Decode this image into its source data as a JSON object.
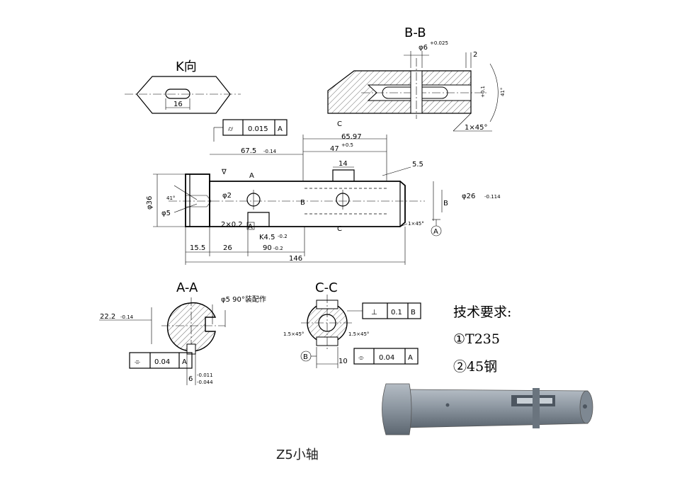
{
  "views": {
    "k": "K向",
    "bb": "B-B",
    "aa": "A-A",
    "cc": "C-C"
  },
  "dims": {
    "k_slot": "16",
    "bb_bore": "φ6",
    "bb_bore_tol": "+0.025",
    "bb_width": "2",
    "bb_chamfer": "1×45°",
    "bb_angle": "41°",
    "main_overall": "146",
    "main_l1": "67.5",
    "main_l1_tol": "-0.14",
    "main_l2": "65.97",
    "main_l3": "47",
    "main_l3_tol": "+0.5",
    "main_slot": "14",
    "main_step": "5.5",
    "main_head_len": "15.5",
    "main_26": "26",
    "main_90": "90",
    "main_90_tol": "-0.2",
    "main_k45": "K4.5",
    "main_k45_tol": "-0.2",
    "main_dia36": "φ36",
    "main_dia26": "φ26",
    "main_dia26_tol": "-0.114",
    "main_hole2": "φ2",
    "main_hole5": "φ5",
    "main_angle": "41°",
    "main_chamfer_l": "2×0.2",
    "main_chamfer_r": "1×45°",
    "aa_22": "22.2",
    "aa_22_tol": "-0.14",
    "aa_hole": "φ5 90°装配作",
    "aa_6": "6",
    "aa_6_tol_u": "-0.011",
    "aa_6_tol_l": "-0.044",
    "cc_ch1": "1.5×45°",
    "cc_ch2": "1.5×45°",
    "cc_10": "10"
  },
  "tolerances": {
    "main_frame": {
      "symbol": "⌭",
      "value": "0.015",
      "datum": "A"
    },
    "aa_frame": {
      "symbol": "⌯",
      "value": "0.04",
      "datum": "A"
    },
    "cc_perp": {
      "symbol": "⊥",
      "value": "0.1",
      "datum": "B"
    },
    "cc_sym": {
      "symbol": "⌯",
      "value": "0.04",
      "datum": "A"
    }
  },
  "labels": {
    "section_a": "A",
    "section_b": "B",
    "section_c": "C",
    "section_k": "K",
    "datum_a": "A",
    "datum_b": "B"
  },
  "requirements": {
    "heading": "技术要求:",
    "items": [
      "①T235",
      "②45钢"
    ]
  },
  "title": "Z5小轴",
  "colors": {
    "line": "#000000",
    "render_body": "#8e98a2",
    "render_dark": "#55606b"
  }
}
